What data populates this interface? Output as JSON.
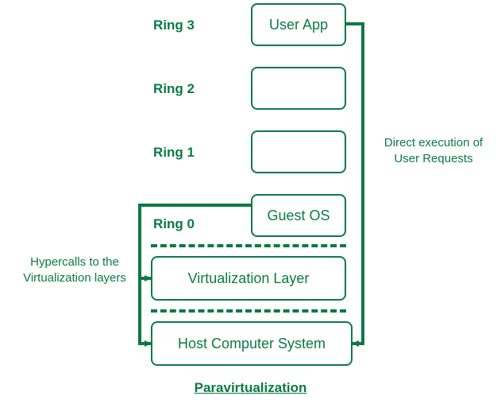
{
  "diagram": {
    "title": "Paravirtualization",
    "accent_color": "#0b7a45",
    "background": "#ffffff",
    "rings": [
      {
        "label": "Ring 3",
        "box_text": "User App"
      },
      {
        "label": "Ring 2",
        "box_text": ""
      },
      {
        "label": "Ring 1",
        "box_text": ""
      },
      {
        "label": "Ring 0",
        "box_text": "Guest OS"
      }
    ],
    "layers": [
      {
        "text": "Virtualization Layer"
      },
      {
        "text": "Host Computer System"
      }
    ],
    "annotations": {
      "right": "Direct execution of\nUser Requests",
      "right_line1": "Direct execution of",
      "right_line2": "User Requests",
      "left_line1": "Hypercalls to the",
      "left_line2": "Virtualization layers"
    }
  }
}
